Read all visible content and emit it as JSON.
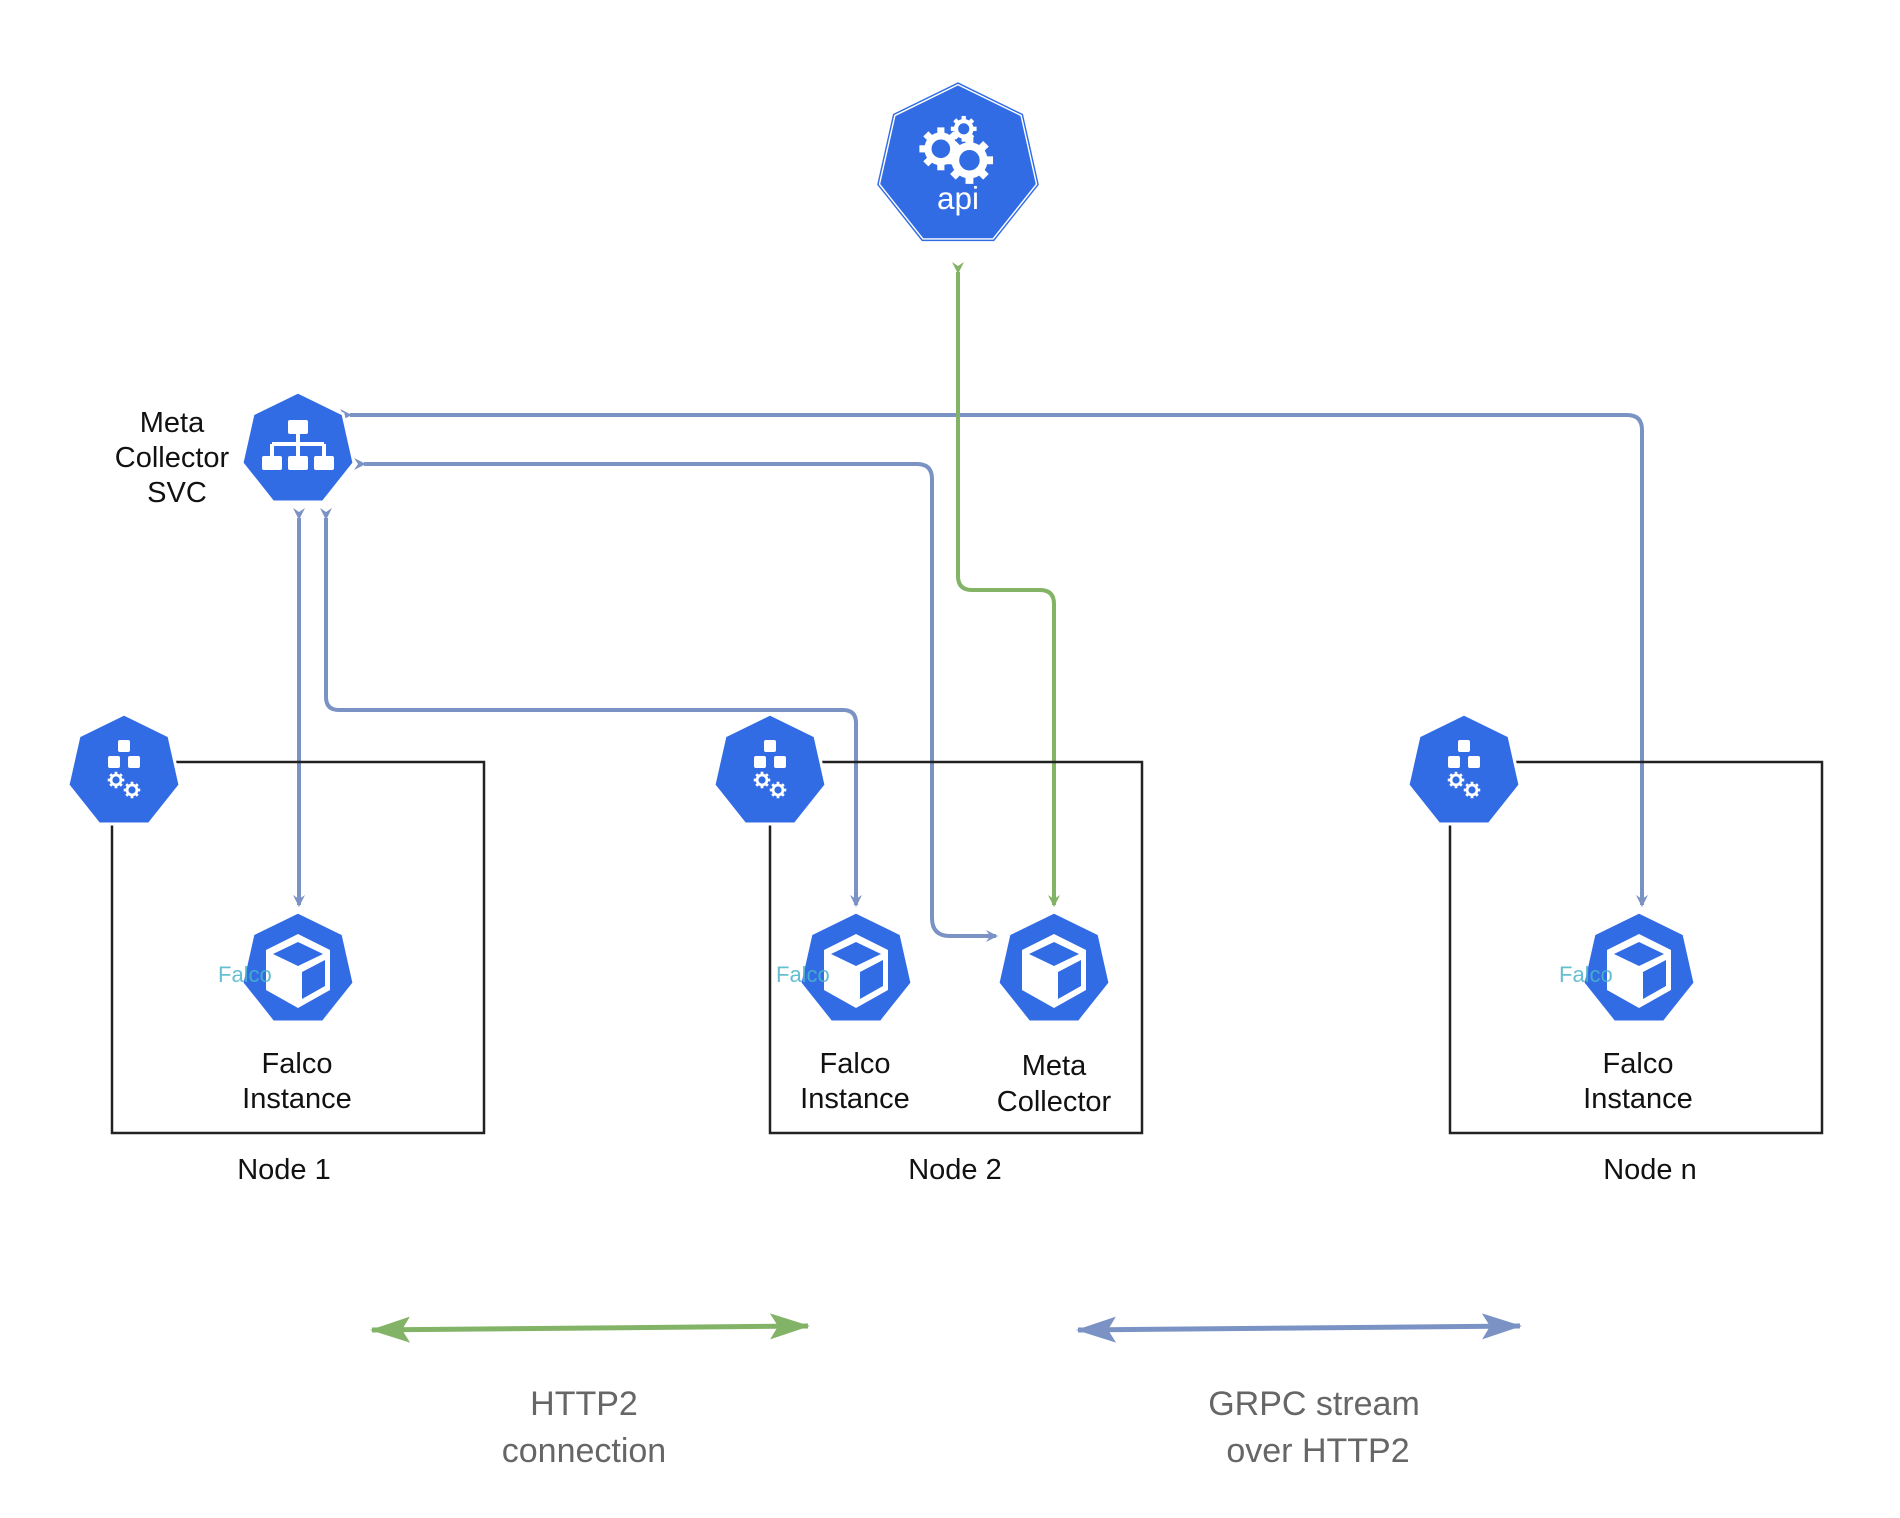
{
  "api": {
    "label": "api"
  },
  "service": {
    "label_lines": [
      "Meta",
      "Collector",
      "SVC"
    ]
  },
  "nodes": [
    {
      "label": "Node 1",
      "instance_lines": [
        "Falco",
        "Instance"
      ],
      "badge": "Falco"
    },
    {
      "label": "Node 2",
      "instance_lines": [
        "Falco",
        "Instance"
      ],
      "badge": "Falco",
      "collector_lines": [
        "Meta",
        "Collector"
      ]
    },
    {
      "label": "Node n",
      "instance_lines": [
        "Falco",
        "Instance"
      ],
      "badge": "Falco"
    }
  ],
  "legend": {
    "http2": {
      "lines": [
        "HTTP2",
        "connection"
      ],
      "color": "#82b366"
    },
    "grpc": {
      "lines": [
        "GRPC stream",
        "over HTTP2"
      ],
      "color": "#7b93c4"
    }
  },
  "colors": {
    "k8s_blue": "#326ce5",
    "http2": "#82b366",
    "grpc": "#7b93c4",
    "box": "#222222"
  }
}
